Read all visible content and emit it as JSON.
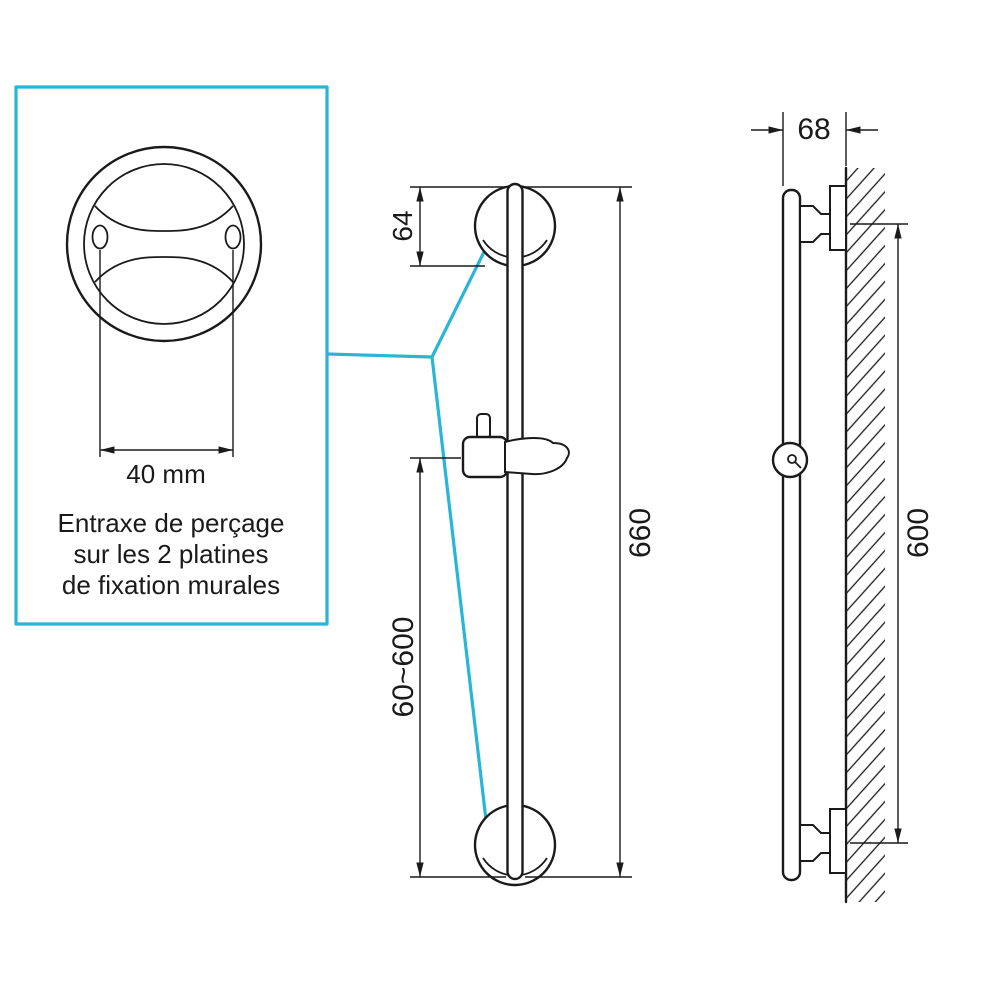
{
  "colors": {
    "accent": "#29b5d6",
    "line": "#1a1a1a",
    "background": "#ffffff"
  },
  "detail_panel": {
    "dimension_label": "40 mm",
    "caption": {
      "line1": "Entraxe de perçage",
      "line2": "sur les 2 platines",
      "line3": "de fixation murales"
    }
  },
  "front_view": {
    "plate_diameter_label": "64",
    "bar_length_label": "660",
    "slider_travel_label": "60~600"
  },
  "side_view": {
    "depth_label": "68",
    "fixing_distance_label": "600"
  }
}
